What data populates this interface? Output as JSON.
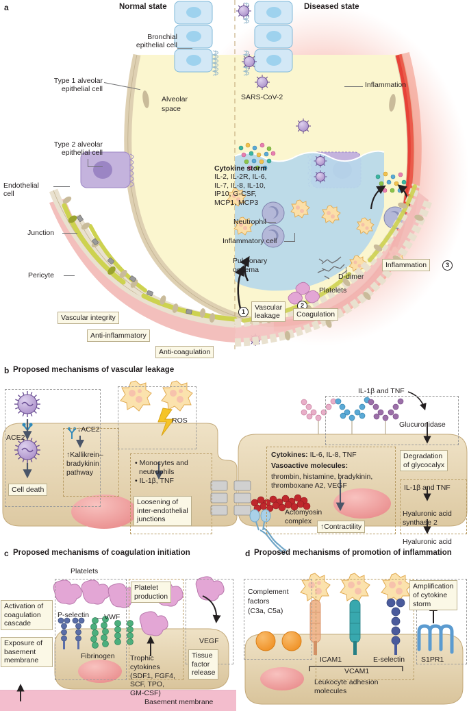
{
  "figure": {
    "panels": [
      {
        "letter": "a",
        "title": ""
      },
      {
        "letter": "b",
        "title": "Proposed mechanisms of vascular leakage"
      },
      {
        "letter": "c",
        "title": "Proposed mechanisms of coagulation initiation"
      },
      {
        "letter": "d",
        "title": "Proposed mechanisms of promotion of inflammation"
      }
    ]
  },
  "panel_a": {
    "letter": "a",
    "state_normal": "Normal state",
    "state_diseased": "Diseased state",
    "labels": {
      "bronchial": "Bronchial\nepithelial cell",
      "bronchial_l1": "Bronchial",
      "bronchial_l2": "epithelial cell",
      "type1_l1": "Type 1 alveolar",
      "type1_l2": "epithelial cell",
      "type2_l1": "Type 2 alveolar",
      "type2_l2": "epithelial cell",
      "endothelial_l1": "Endothelial",
      "endothelial_l2": "cell",
      "junction": "Junction",
      "pericyte": "Pericyte",
      "alveolar_l1": "Alveolar",
      "alveolar_l2": "space",
      "virus": "SARS-CoV-2",
      "inflammation_right": "Inflammation",
      "neutrophil": "Neutrophil",
      "inflammatory_cell": "Inflammatory cell",
      "pulmonary_l1": "Pulmonary",
      "pulmonary_l2": "oedema",
      "d_dimer": "D-dimer",
      "platelets": "Platelets"
    },
    "cytokine_storm": {
      "heading": "Cytokine storm",
      "lines": [
        "IL-2, IL-2R, IL-6,",
        "IL-7, IL-8, IL-10,",
        "IP10, G-CSF,",
        "MCP1, MCP3"
      ]
    },
    "normal_boxes": [
      "Vascular integrity",
      "Anti-inflammatory",
      "Anti-coagulation"
    ],
    "diseased_boxes": [
      {
        "num": "1",
        "label_l1": "Vascular",
        "label_l2": "leakage"
      },
      {
        "num": "2",
        "label_l1": "Coagulation",
        "label_l2": ""
      },
      {
        "num": "3",
        "label_l1": "Inflammation",
        "label_l2": ""
      }
    ]
  },
  "panel_b": {
    "letter": "b",
    "title": "Proposed mechanisms of vascular leakage",
    "ace2": "ACE2",
    "cell_death": "Cell death",
    "ace2_down": "↓ACE2",
    "kallikrein_l1": "↑Kallikrein–",
    "kallikrein_l2": "bradykinin",
    "kallikrein_l3": "pathway",
    "ros": "ROS",
    "monocytes_l1": "• Monocytes and",
    "monocytes_l2": "neutrophils",
    "monocytes_l3": "• IL-1β, TNF",
    "loosening_l1": "Loosening of",
    "loosening_l2": "inter-endothelial",
    "loosening_l3": "junctions",
    "il1b_tnf_top": "IL-1β and TNF",
    "glucuronidase": "Glucuronidase",
    "degradation_l1": "Degradation",
    "degradation_l2": "of glycocalyx",
    "il1b_tnf_right": "IL-1β and TNF",
    "hyaluronic_synthase_l1": "Hyaluronic acid",
    "hyaluronic_synthase_l2": "synthase 2",
    "hyaluronic_acid": "Hyaluronic acid",
    "cytokines_label": "Cytokines:",
    "cytokines_value": " IL-6, IL-8, TNF",
    "vasoactive_label": "Vasoactive molecules:",
    "vasoactive_l1": "thrombin, histamine, bradykinin,",
    "vasoactive_l2": "thromboxane A2, VEGF",
    "actomyosin_l1": "Actomyosin",
    "actomyosin_l2": "complex",
    "contractility": "↑Contractility"
  },
  "panel_c": {
    "letter": "c",
    "title": "Proposed mechanisms of coagulation initiation",
    "platelets": "Platelets",
    "p_selectin": "P-selectin",
    "vwf": "VWF",
    "fibrinogen": "Fibrinogen",
    "activation_l1": "Activation of",
    "activation_l2": "coagulation",
    "activation_l3": "cascade",
    "exposure_l1": "Exposure of",
    "exposure_l2": "basement",
    "exposure_l3": "membrane",
    "platelet_production_l1": "Platelet",
    "platelet_production_l2": "production",
    "trophic_l1": "Trophic",
    "trophic_l2": "cytokines",
    "trophic_l3": "(SDF1, FGF4,",
    "trophic_l4": "SCF, TPO,",
    "trophic_l5": "GM-CSF)",
    "vegf": "VEGF",
    "tissue_factor_l1": "Tissue",
    "tissue_factor_l2": "factor",
    "tissue_factor_l3": "release",
    "basement_membrane": "Basement membrane"
  },
  "panel_d": {
    "letter": "d",
    "title": "Proposed mechanisms of promotion of inflammation",
    "complement_l1": "Complement",
    "complement_l2": "factors",
    "complement_l3": "(C3a, C5a)",
    "icam1": "ICAM1",
    "vcam1": "VCAM1",
    "e_selectin": "E-selectin",
    "leukocyte_l1": "Leukocyte adhesion",
    "leukocyte_l2": "molecules",
    "s1pr1": "S1PR1",
    "amplification_l1": "Amplification",
    "amplification_l2": "of cytokine",
    "amplification_l3": "storm"
  },
  "colors": {
    "alveolar_space": "#fbf6cf",
    "epithelial_blue": "#d3e8f6",
    "epithelial_nucleus": "#9ed2ee",
    "type2_purple": "#c4b3dd",
    "type2_nucleus": "#9b85c4",
    "endothelial_tan": "#e9e1cf",
    "endothelial_nucleus": "#c9bb9a",
    "pericyte_green": "#cdd250",
    "vessel_pink": "#f3bfbc",
    "inflammation_red": "#e8322a",
    "oedema_blue": "#b7d8ea",
    "neutrophil_yellow": "#fbdfa8",
    "inflammatory_purple": "#9a9ec8",
    "platelet_pink": "#e3a6d5",
    "cell_body_tan": "#e5d5b6",
    "cell_nucleus_pink": "#f09b9b",
    "box_cream": "#fbf8e6",
    "box_border": "#b9ad8a",
    "basement_pink": "#f3bdcd",
    "virus_purple": "#b9a0d4",
    "actin_red": "#bf272c",
    "vwf_green": "#4caf7d",
    "pselectin_blue": "#5b6ea8",
    "icam1_peach": "#f0b890",
    "vcam1_teal": "#38a8ae",
    "eselectin_blue": "#4a5b9c",
    "complement_orange": "#f0962e",
    "s1pr1_blue": "#5b9bd0",
    "glyco_pink": "#e8aec8",
    "glyco_blue": "#5aa9d6",
    "glyco_purple": "#9b6fa8"
  }
}
